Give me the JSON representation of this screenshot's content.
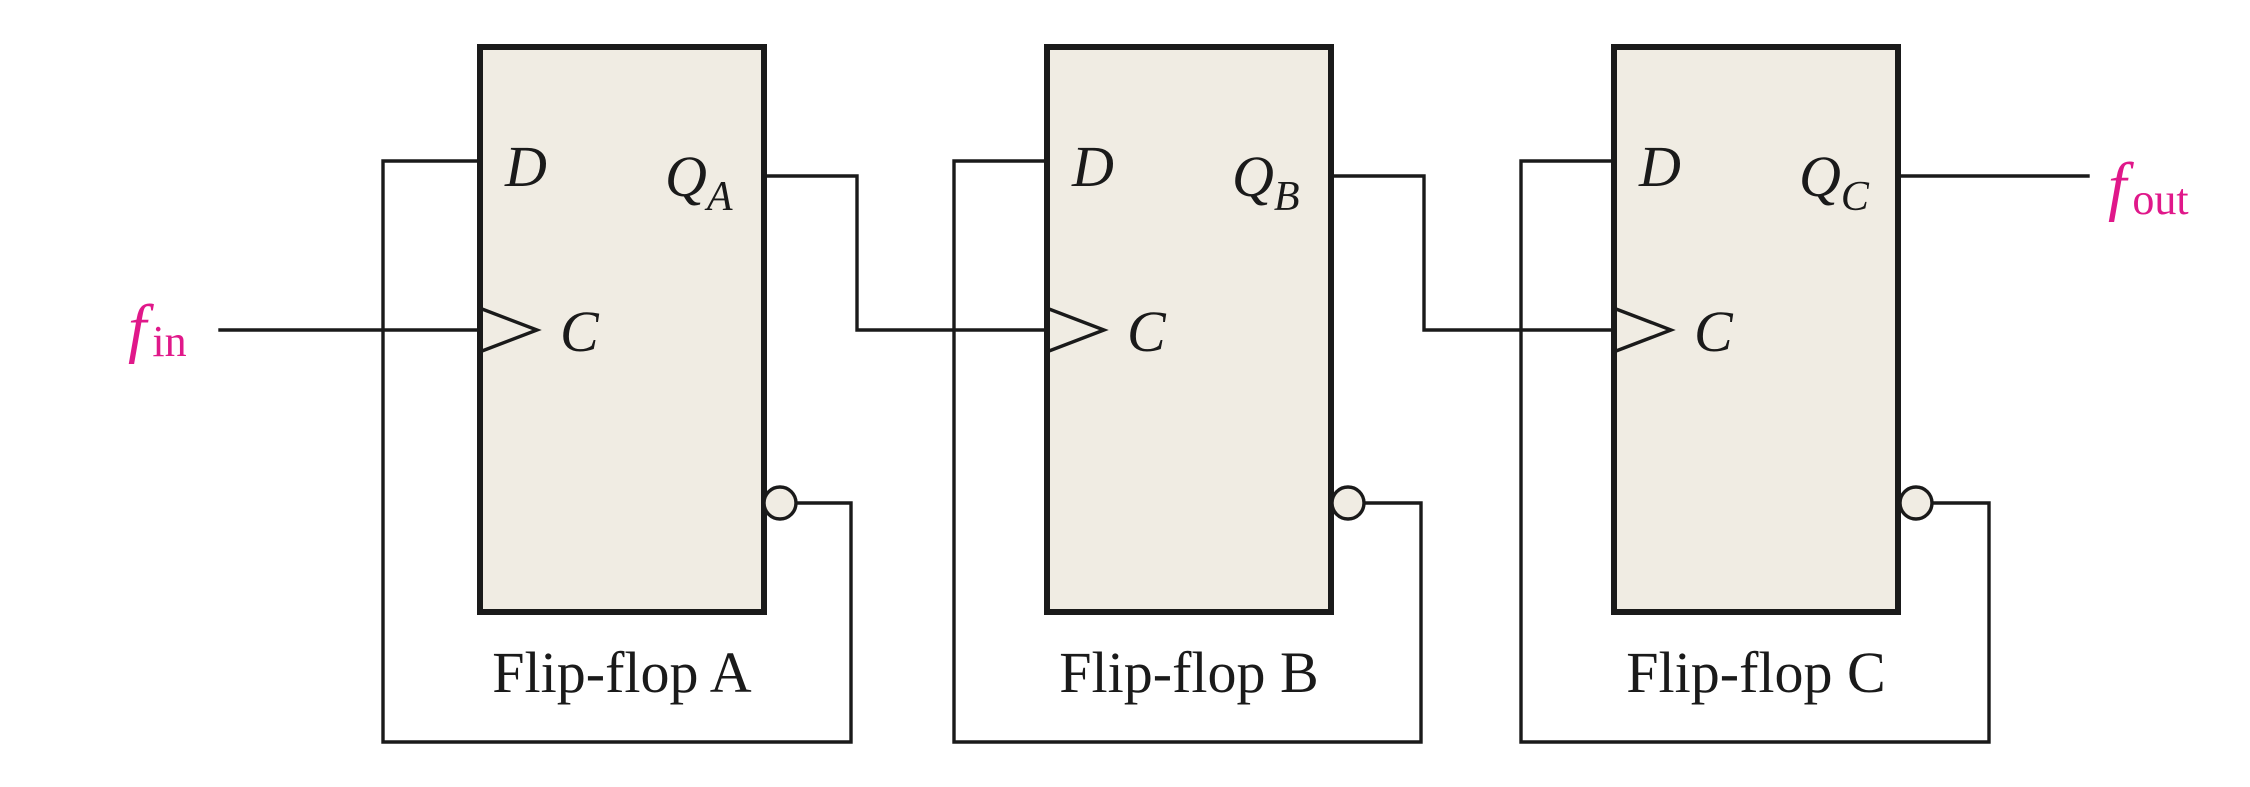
{
  "colors": {
    "box_fill": "#f0ece3",
    "wire": "#1a1a1a",
    "signal": "#e0188a"
  },
  "input_signal": {
    "main": "f",
    "sub": "in"
  },
  "output_signal": {
    "main": "f",
    "sub": "out"
  },
  "flipflops": [
    {
      "d_label": "D",
      "clock_label": "C",
      "q_main": "Q",
      "q_sub": "A",
      "name": "Flip-flop A"
    },
    {
      "d_label": "D",
      "clock_label": "C",
      "q_main": "Q",
      "q_sub": "B",
      "name": "Flip-flop B"
    },
    {
      "d_label": "D",
      "clock_label": "C",
      "q_main": "Q",
      "q_sub": "C",
      "name": "Flip-flop C"
    }
  ]
}
